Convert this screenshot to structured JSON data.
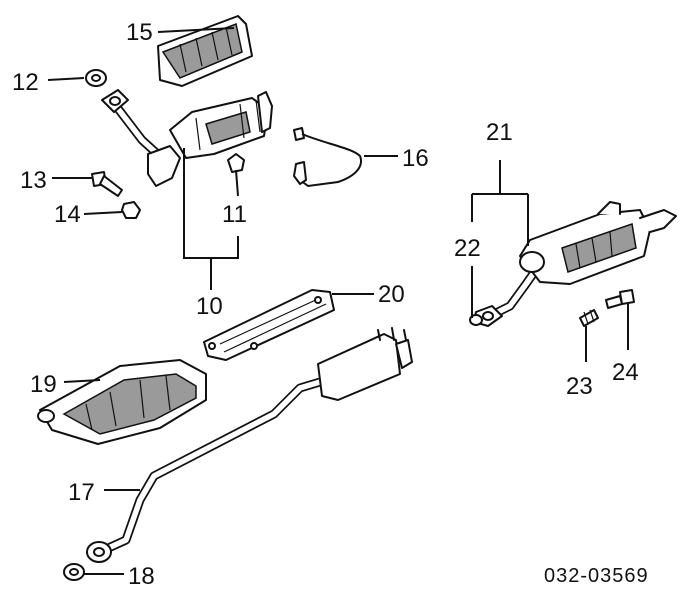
{
  "callouts": {
    "c10": "10",
    "c11": "11",
    "c12": "12",
    "c13": "13",
    "c14": "14",
    "c15": "15",
    "c16": "16",
    "c17": "17",
    "c18": "18",
    "c19": "19",
    "c20": "20",
    "c21": "21",
    "c22": "22",
    "c23": "23",
    "c24": "24"
  },
  "diagram_code": "032-03569"
}
